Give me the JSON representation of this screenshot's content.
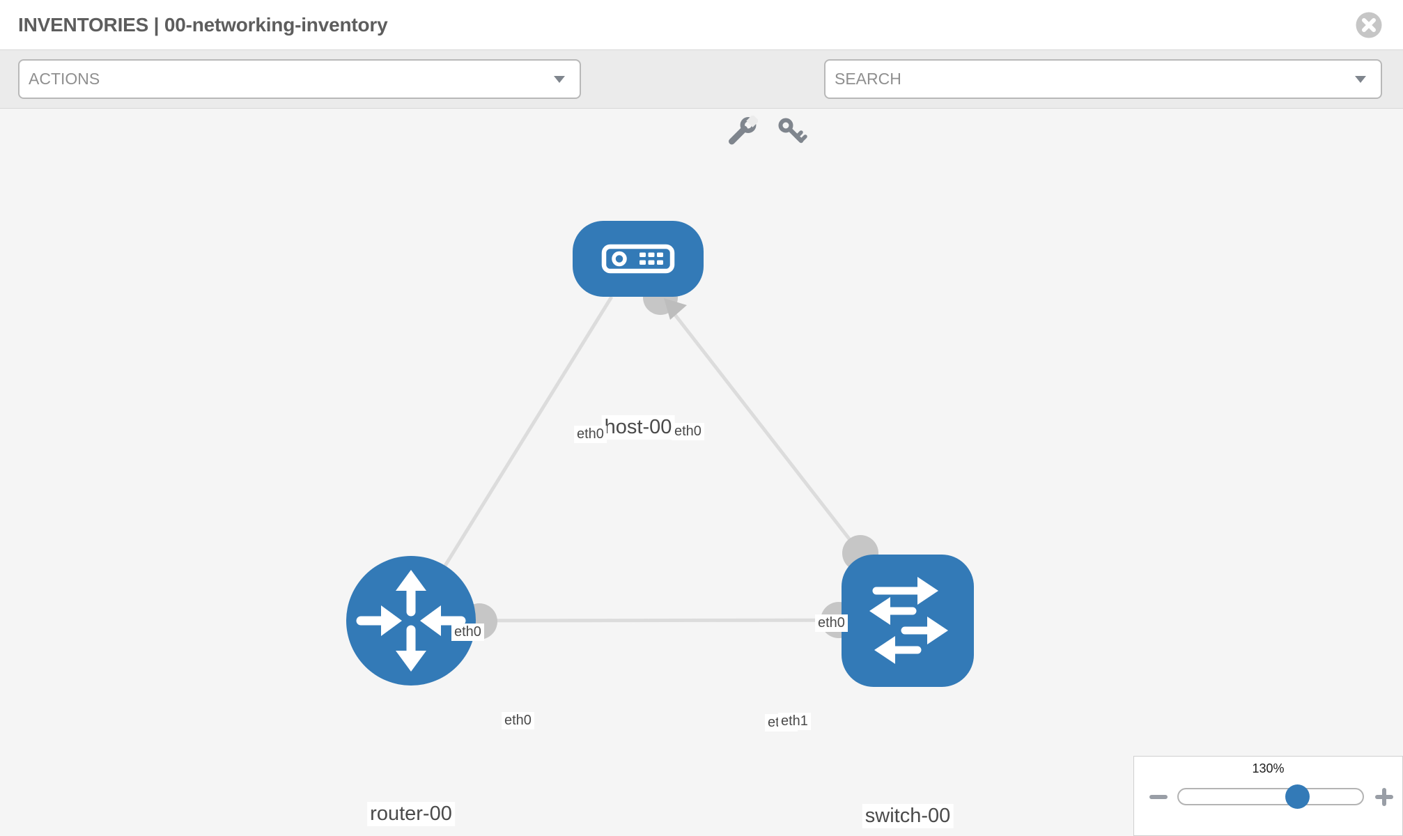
{
  "header": {
    "title": "INVENTORIES | 00-networking-inventory"
  },
  "toolbar": {
    "actions_label": "ACTIONS",
    "search_placeholder": "SEARCH"
  },
  "topology": {
    "nodes": [
      {
        "label": "host-00",
        "type": "host"
      },
      {
        "label": "router-00",
        "type": "router"
      },
      {
        "label": "switch-00",
        "type": "switch"
      }
    ],
    "links": [
      {
        "from": "router-00",
        "to": "host-00"
      },
      {
        "from": "switch-00",
        "to": "host-00"
      },
      {
        "from": "router-00",
        "to": "switch-00"
      }
    ],
    "interface_labels": [
      {
        "text": "eth0"
      },
      {
        "text": "eth0"
      },
      {
        "text": "eth0"
      },
      {
        "text": "eth0"
      },
      {
        "text": "eth0"
      },
      {
        "text": "eth0"
      },
      {
        "text": "eth1"
      }
    ]
  },
  "zoom_control": {
    "level": "130%"
  },
  "colors": {
    "node_blue": "#337ab7",
    "link_gray": "#dcdcdc",
    "endpoint_gray": "#c6c6c6",
    "icon_gray": "#7f858d",
    "toolbar_bg": "#ebebeb",
    "canvas_bg": "#f5f5f5"
  }
}
